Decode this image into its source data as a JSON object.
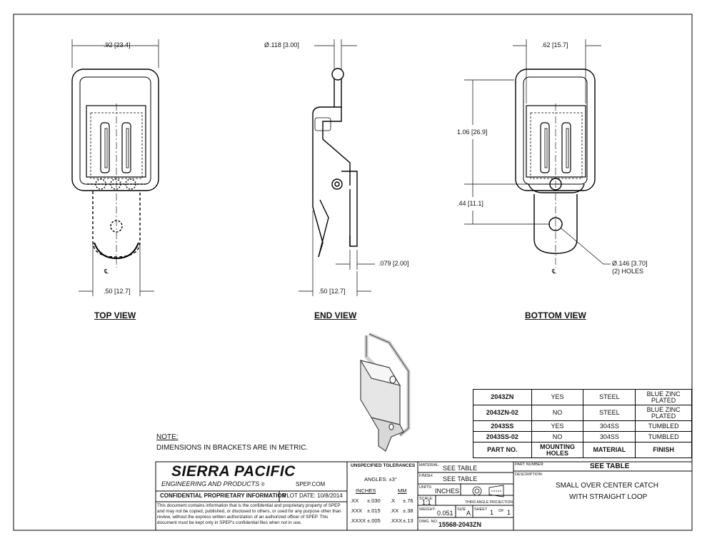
{
  "views": {
    "top": {
      "title": "TOP VIEW",
      "dim_width": ".92 [23.4]",
      "dim_bottom": ".50 [12.7]",
      "centerline": "℄"
    },
    "end": {
      "title": "END VIEW",
      "dim_diameter": "Ø.118 [3.00]",
      "dim_thickness": ".079 [2.00]",
      "dim_bottom": ".50 [12.7]"
    },
    "bottom": {
      "title": "BOTTOM VIEW",
      "dim_width": ".62 [15.7]",
      "dim_height": "1.06 [26.9]",
      "dim_offset": ".44 [11.1]",
      "dim_holes_1": "Ø.146 [3.70]",
      "dim_holes_2": "(2) HOLES",
      "centerline": "℄"
    }
  },
  "note": {
    "heading": "NOTE:",
    "text": "DIMENSIONS IN BRACKETS ARE IN METRIC."
  },
  "parts_table": {
    "rows": [
      [
        "2043ZN",
        "YES",
        "STEEL",
        "BLUE ZINC PLATED"
      ],
      [
        "2043ZN-02",
        "NO",
        "STEEL",
        "BLUE ZINC PLATED"
      ],
      [
        "2043SS",
        "YES",
        "304SS",
        "TUMBLED"
      ],
      [
        "2043SS-02",
        "NO",
        "304SS",
        "TUMBLED"
      ]
    ],
    "header": [
      "PART NO.",
      "MOUNTING HOLES",
      "MATERIAL",
      "FINISH"
    ]
  },
  "title_block": {
    "company": "SIERRA PACIFIC",
    "company_sub": "ENGINEERING AND PRODUCTS",
    "registered": "®",
    "website": "SPEP.COM",
    "confidential": "CONFIDENTIAL PROPRIETARY INFORMATION",
    "plot_date": "PLOT DATE: 10/8/2014",
    "disclaimer": "This document contains information that is the confidential and proprietary property of SPEP and may not be copied, published, or disclosed to others, or used for any purpose other than review, without the express written authorization of an authorized officer of SPEP. This document must be kept only in SPEP's confidential files when not in use.",
    "tol_title": "UNSPECIFIED TOLERANCES",
    "tol_angles": "ANGLES: ±3°",
    "tol_inches": "INCHES",
    "tol_mm": "MM",
    "tol_rows": [
      [
        ".XX",
        "±.030",
        ".X",
        "±.76"
      ],
      [
        ".XXX",
        "±.015",
        ".XX",
        "±.38"
      ],
      [
        ".XXXX",
        "±.005",
        ".XXX",
        "±.13"
      ]
    ],
    "material_label": "MATERIAL:",
    "material": "SEE TABLE",
    "finish_label": "FINISH:",
    "finish": "SEE TABLE",
    "units_label": "UNITS:",
    "units": "INCHES",
    "scale_label": "SCALE:",
    "scale": "1:1",
    "projection": "THIRD ANGLE PROJECTION",
    "weight_label": "WEIGHT:",
    "weight": "0.051",
    "size_label": "SIZE",
    "size": "A",
    "sheet_label": "SHEET",
    "sheet": "1",
    "of_label": "OF",
    "sheet_total": "1",
    "dwg_label": "DWG. NO.",
    "dwg_no": "15568-2043ZN",
    "part_number_label": "PART NUMBER:",
    "part_number": "SEE TABLE",
    "description_label": "DESCRIPTION:",
    "description_1": "SMALL OVER CENTER CATCH",
    "description_2": "WITH STRAIGHT LOOP"
  }
}
